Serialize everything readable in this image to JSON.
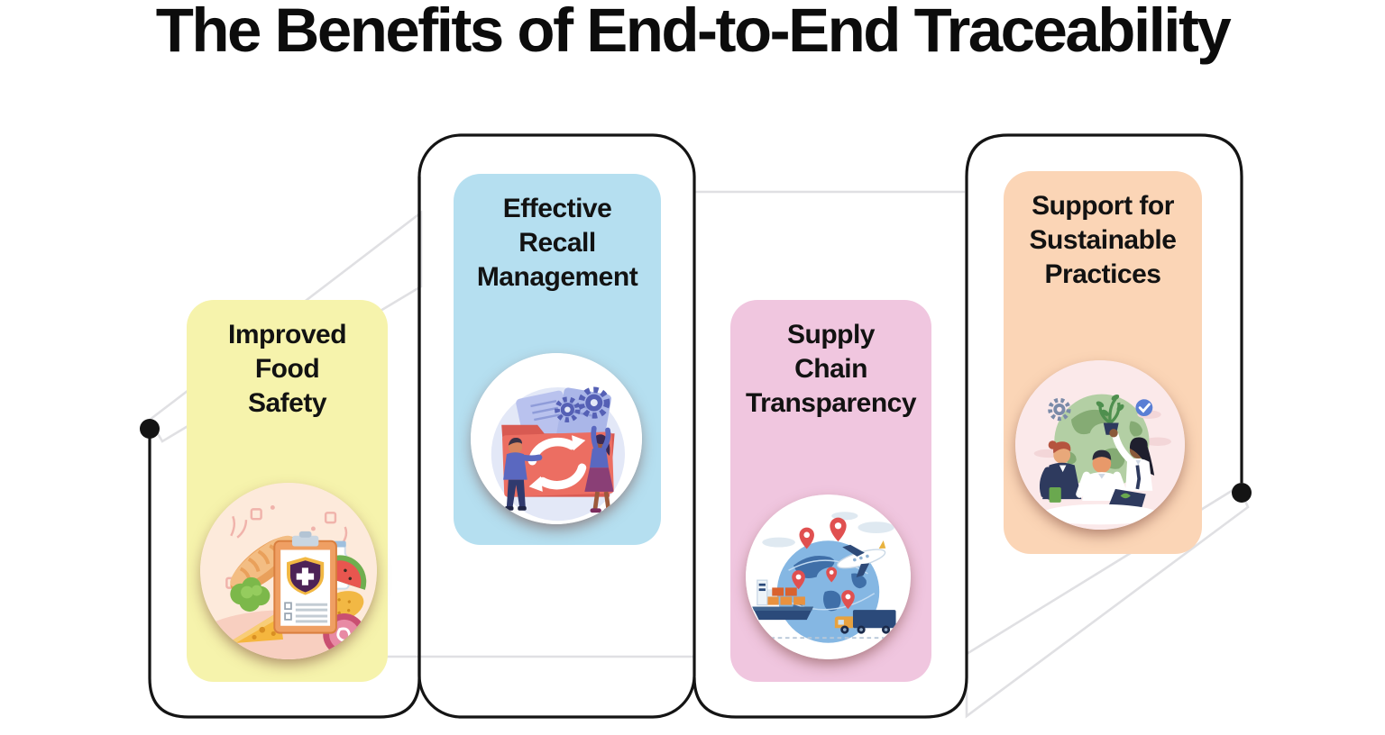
{
  "title": "The Benefits of End-to-End Traceability",
  "cards": [
    {
      "label": "Improved\nFood\nSafety",
      "color": "#f6f3ac",
      "illustration": "food-safety"
    },
    {
      "label": "Effective\nRecall\nManagement",
      "color": "#b5dff0",
      "illustration": "recall-management"
    },
    {
      "label": "Supply\nChain\nTransparency",
      "color": "#f0c6df",
      "illustration": "supply-chain"
    },
    {
      "label": "Support for\nSustainable\nPractices",
      "color": "#fbd5b6",
      "illustration": "sustainable-practices"
    }
  ],
  "connector": {
    "stroke_strong": "#141414",
    "stroke_light": "#e0e0e3",
    "endpoint_dots": 2
  }
}
